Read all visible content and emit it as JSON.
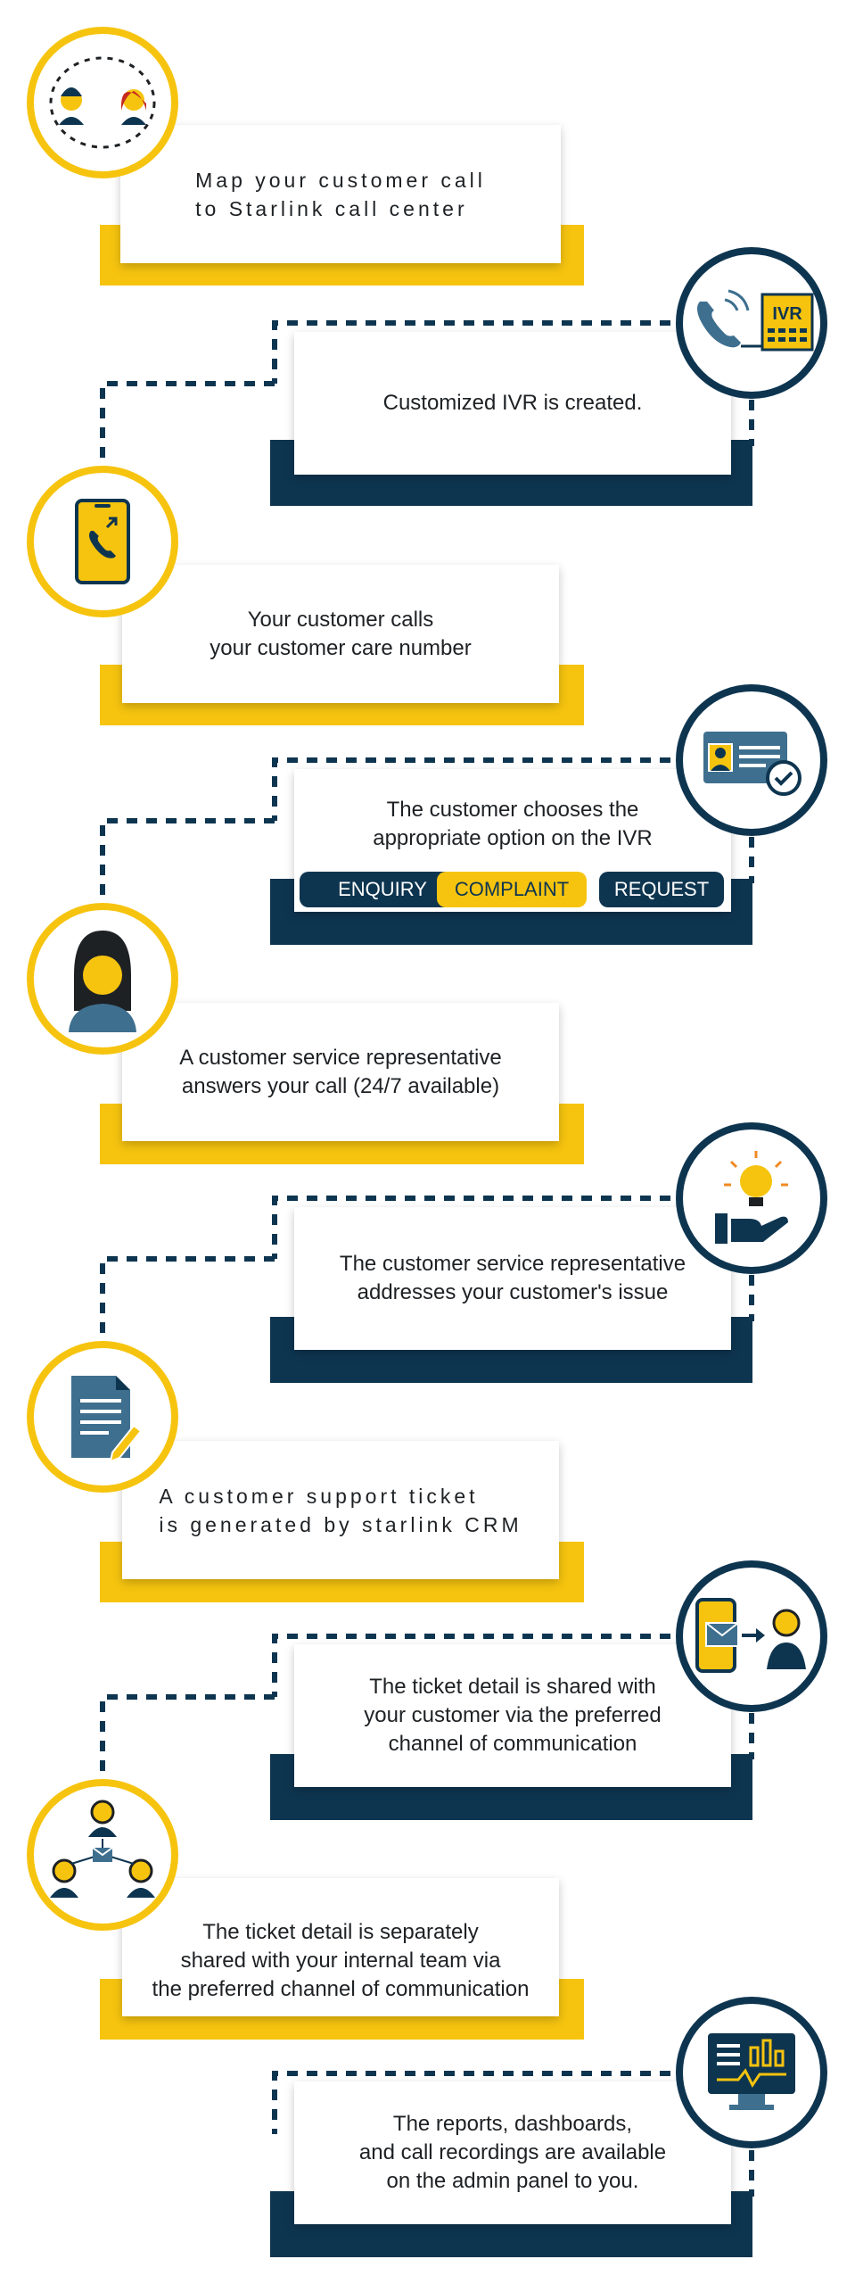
{
  "colors": {
    "yellow": "#f6c40f",
    "navy": "#0e3550",
    "steel": "#3e6f8f"
  },
  "steps": [
    {
      "text": "Map your customer call\nto Starlink call center",
      "icon": "agents-cycle-icon"
    },
    {
      "text": "Customized IVR is created.",
      "icon": "phone-ivr-icon"
    },
    {
      "text": "Your customer calls\nyour customer care number",
      "icon": "mobile-call-icon"
    },
    {
      "text": "The customer chooses the\nappropriate option on the IVR",
      "icon": "id-card-check-icon",
      "options": [
        "ENQUIRY",
        "COMPLAINT",
        "REQUEST"
      ]
    },
    {
      "text": "A customer service representative\nanswers your call (24/7 available)",
      "icon": "headset-agent-icon"
    },
    {
      "text": "The customer service representative\naddresses your customer's issue",
      "icon": "idea-hand-icon"
    },
    {
      "text": "A customer support ticket\nis generated by starlink CRM",
      "icon": "document-pen-icon"
    },
    {
      "text": "The ticket detail is shared with\nyour customer via the preferred\nchannel of communication",
      "icon": "mobile-share-icon"
    },
    {
      "text": "The ticket detail is separately\nshared with your internal team via\nthe preferred channel of communication",
      "icon": "team-share-icon"
    },
    {
      "text": "The reports, dashboards,\nand call recordings are available\non the admin panel to you.",
      "icon": "dashboard-monitor-icon"
    }
  ]
}
